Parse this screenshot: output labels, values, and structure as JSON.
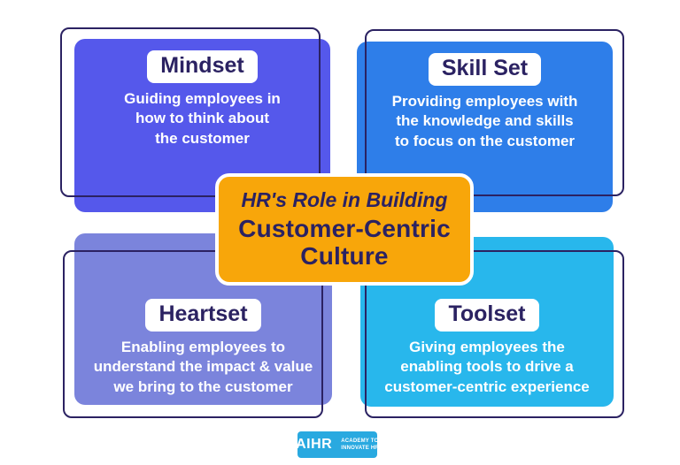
{
  "page": {
    "background": "#ffffff",
    "outline_color": "#2B2262",
    "text_navy": "#2B2262"
  },
  "center": {
    "subtitle": "HR's Role in Building",
    "title_lines": [
      "Customer-Centric",
      "Culture"
    ],
    "background": "#F8A60A",
    "border_color": "#ffffff",
    "text_color": "#2B2262"
  },
  "quadrants": [
    {
      "label": "Mindset",
      "lines": [
        "Guiding employees in",
        "how to think about",
        "the customer"
      ],
      "color": "#5558EB"
    },
    {
      "label": "Skill Set",
      "lines": [
        "Providing employees with",
        "the knowledge and skills",
        "to focus on the customer"
      ],
      "color": "#2E7EE9"
    },
    {
      "label": "Heartset",
      "lines": [
        "Enabling employees to",
        "understand the impact & value",
        "we bring to the customer"
      ],
      "color": "#7B84DC"
    },
    {
      "label": "Toolset",
      "lines": [
        "Giving employees the",
        "enabling tools to drive a",
        "customer-centric experience"
      ],
      "color": "#28B7EC"
    }
  ],
  "logo": {
    "brand": "AIHR",
    "tagline_lines": [
      "ACADEMY TO",
      "INNOVATE HR"
    ],
    "background": "#29A9E0"
  }
}
